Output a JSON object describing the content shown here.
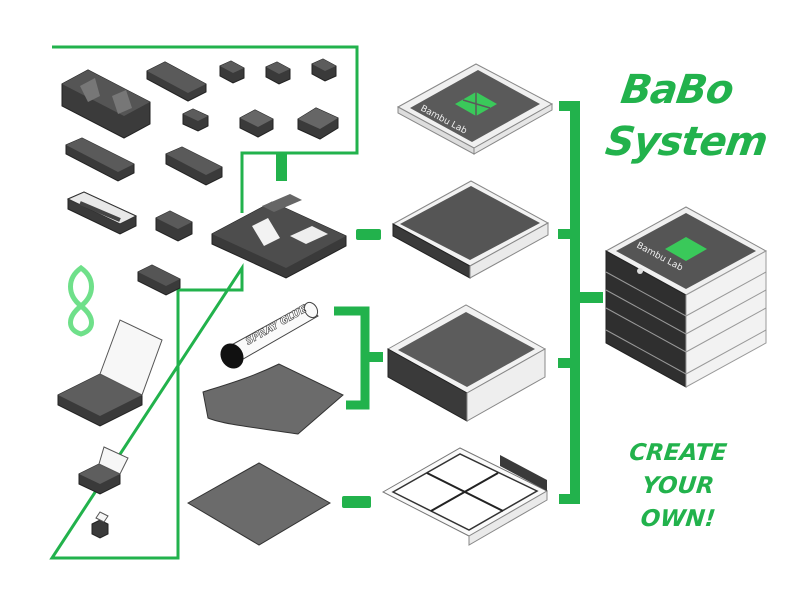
{
  "title": {
    "line1": "BaBo",
    "line2": "System"
  },
  "call_to_action": {
    "line1": "CREATE",
    "line2": "YOUR",
    "line3": "OWN!"
  },
  "labels": {
    "brand": "Bambu Lab",
    "spray_glue": "SPRAY GLUE"
  },
  "colors": {
    "accent_green": "#22b24c",
    "light_green": "#6fe08a",
    "dark_part": "#3a3a3a",
    "plate_grey": "#6a6a6a",
    "white_frame": "#f2f2f2"
  },
  "components": [
    {
      "name": "lid-with-bambu-logo"
    },
    {
      "name": "drawer-tray"
    },
    {
      "name": "deep-drawer"
    },
    {
      "name": "open-frame-with-grid"
    },
    {
      "name": "assembled-stack"
    },
    {
      "name": "organizer-insert"
    },
    {
      "name": "spray-glue-stick"
    },
    {
      "name": "build-plate"
    },
    {
      "name": "textured-build-plate"
    }
  ]
}
